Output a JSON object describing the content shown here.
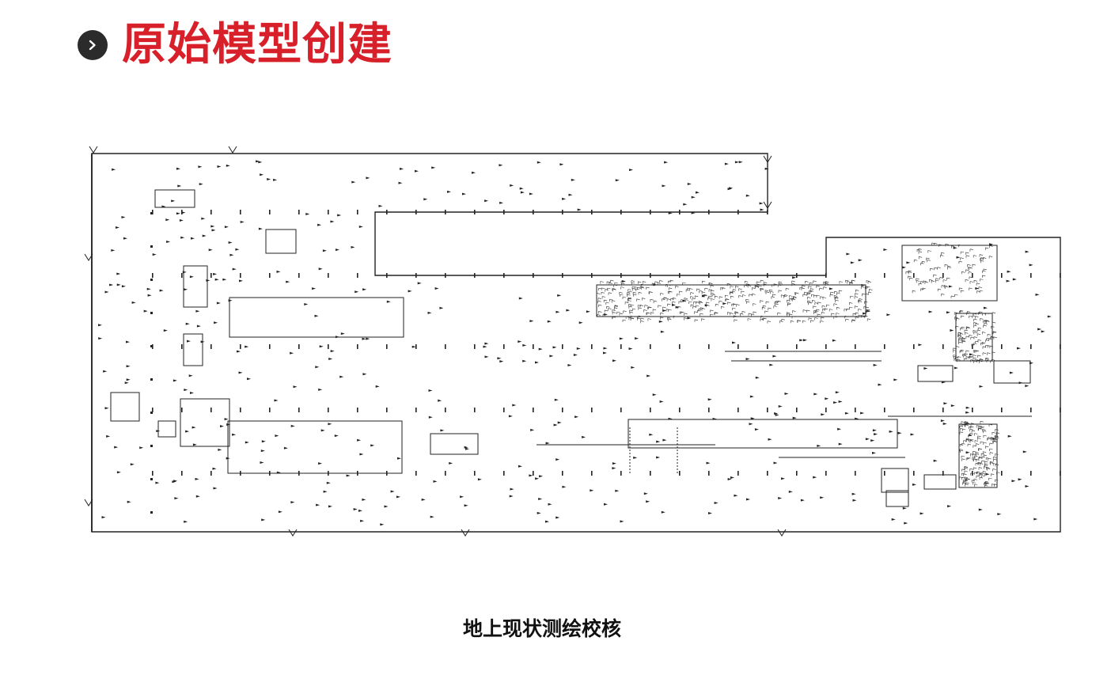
{
  "header": {
    "nav_icon": "chevron-right-icon",
    "title": "原始模型创建",
    "title_color": "#d8202a"
  },
  "drawing": {
    "type": "cad-floor-plan",
    "line_color": "#222222"
  },
  "caption": {
    "text": "地上现状测绘校核"
  }
}
